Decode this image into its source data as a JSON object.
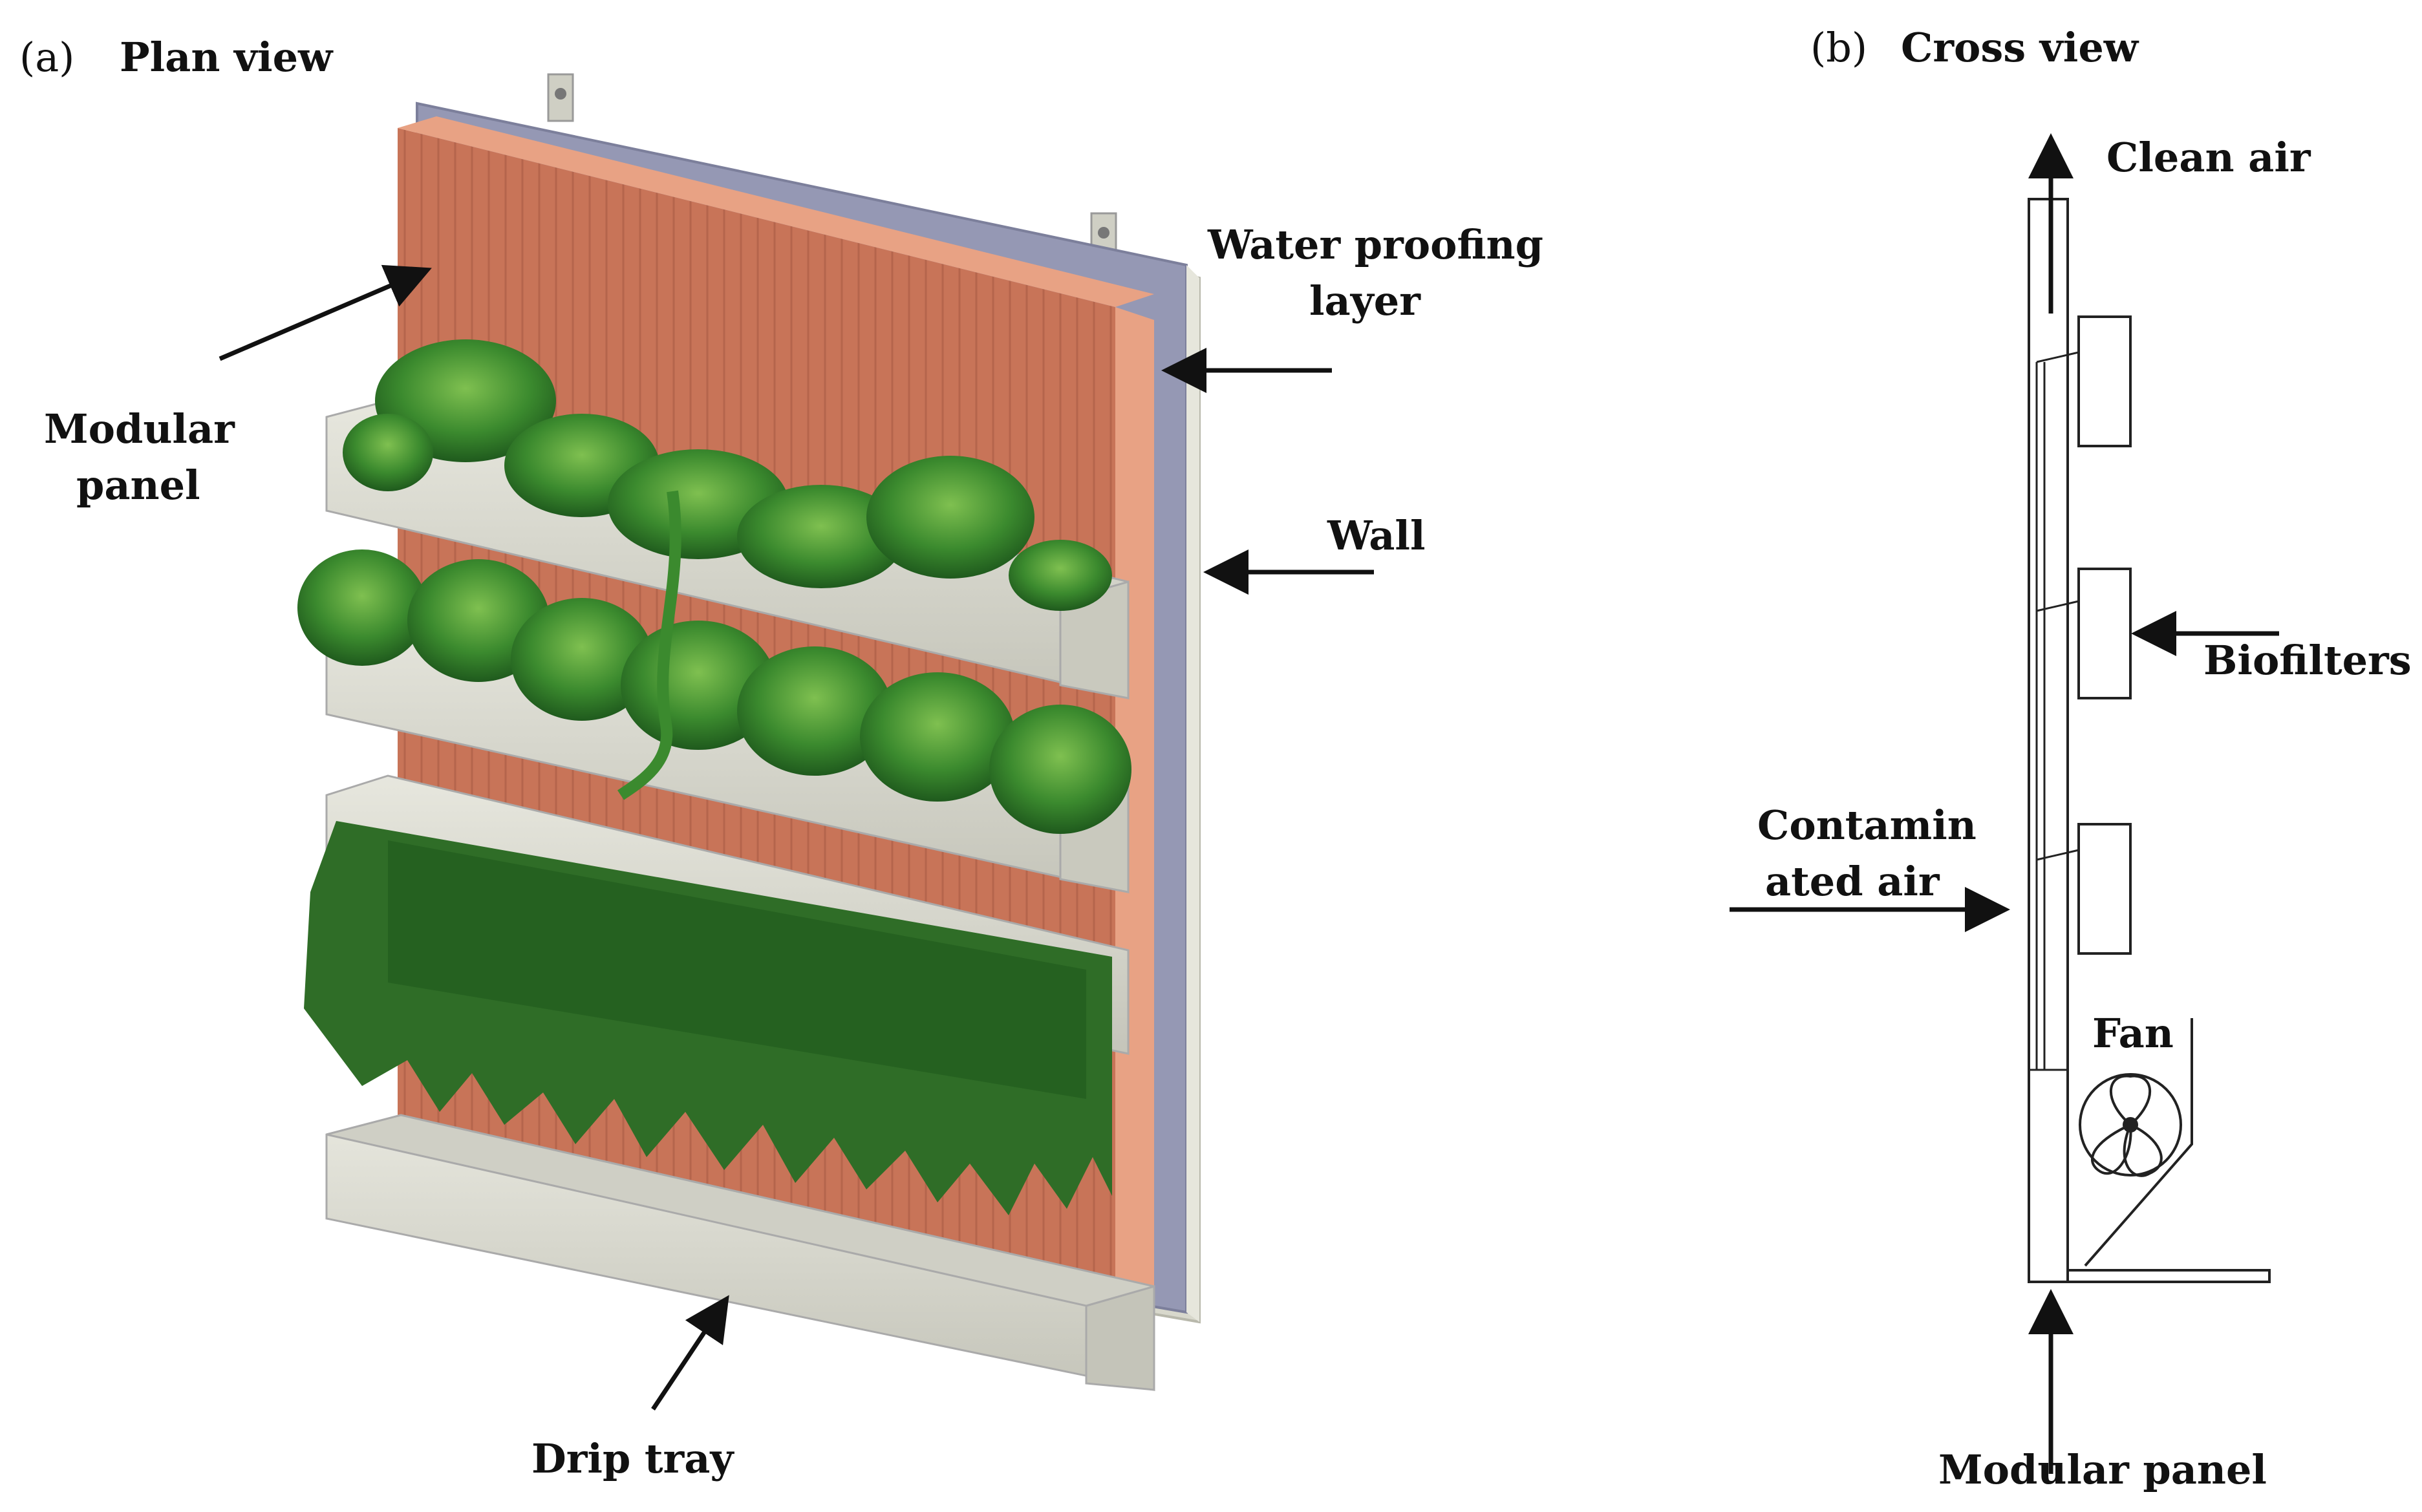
{
  "panel_a": {
    "tag": "(a)",
    "title": "Plan view",
    "labels": {
      "modular_panel_1": "Modular",
      "modular_panel_2": "panel",
      "waterproof_1": "Water proofing",
      "waterproof_2": "layer",
      "wall": "Wall",
      "drip_tray": "Drip tray"
    }
  },
  "panel_b": {
    "tag": "(b)",
    "title": "Cross view",
    "labels": {
      "clean_air": "Clean air",
      "biofilters": "Biofilters",
      "contaminated_1": "Contamin",
      "contaminated_2": "ated air",
      "fan": "Fan",
      "modular_panel": "Modular panel"
    }
  },
  "colors": {
    "panel_face": "#c87458",
    "panel_edge": "#e8a284",
    "membrane": "#9598b4",
    "wall": "#d8d8cc",
    "planter": "#dcdcd2",
    "foliage_dark": "#1f5a1d",
    "foliage_mid": "#3b8a2e",
    "foliage_light": "#7fc050"
  }
}
